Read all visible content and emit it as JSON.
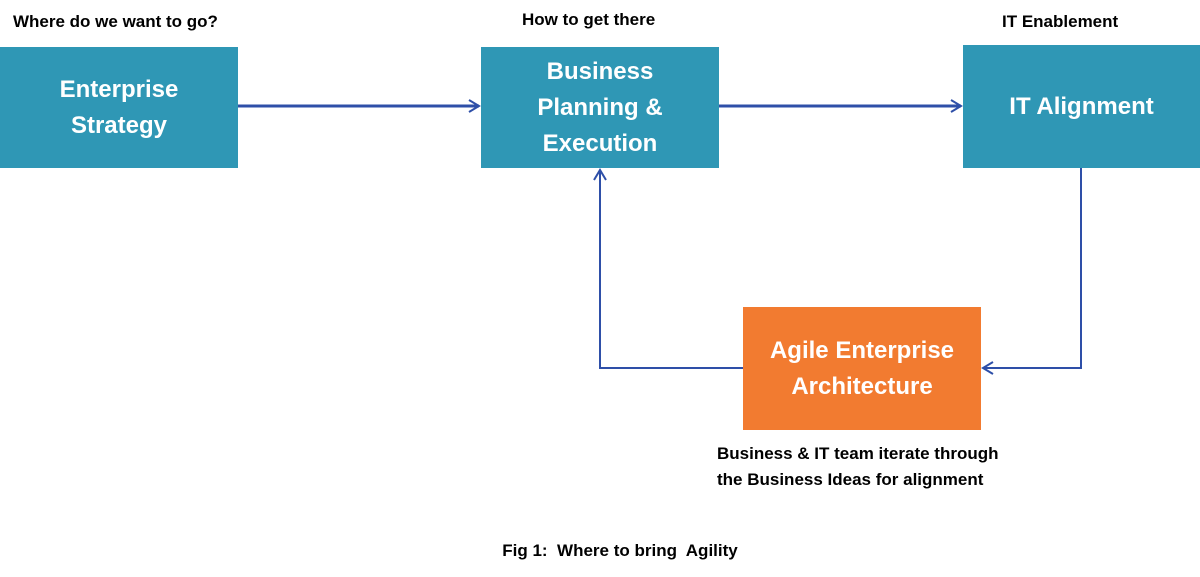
{
  "headings": {
    "left": "Where do we want to go?",
    "middle": "How to get there",
    "right": "IT Enablement"
  },
  "boxes": {
    "enterprise_strategy": "Enterprise\nStrategy",
    "business_planning": "Business\nPlanning &\nExecution",
    "it_alignment": "IT Alignment",
    "agile_ea": "Agile Enterprise\nArchitecture"
  },
  "note": {
    "line1": "Business & IT team iterate through",
    "line2": "the Business Ideas for alignment"
  },
  "figure_caption": "Fig 1:  Where to bring  Agility",
  "colors": {
    "box_blue": "#2f97b5",
    "box_orange": "#f27b30",
    "arrow_blue": "#2e4fa8"
  }
}
